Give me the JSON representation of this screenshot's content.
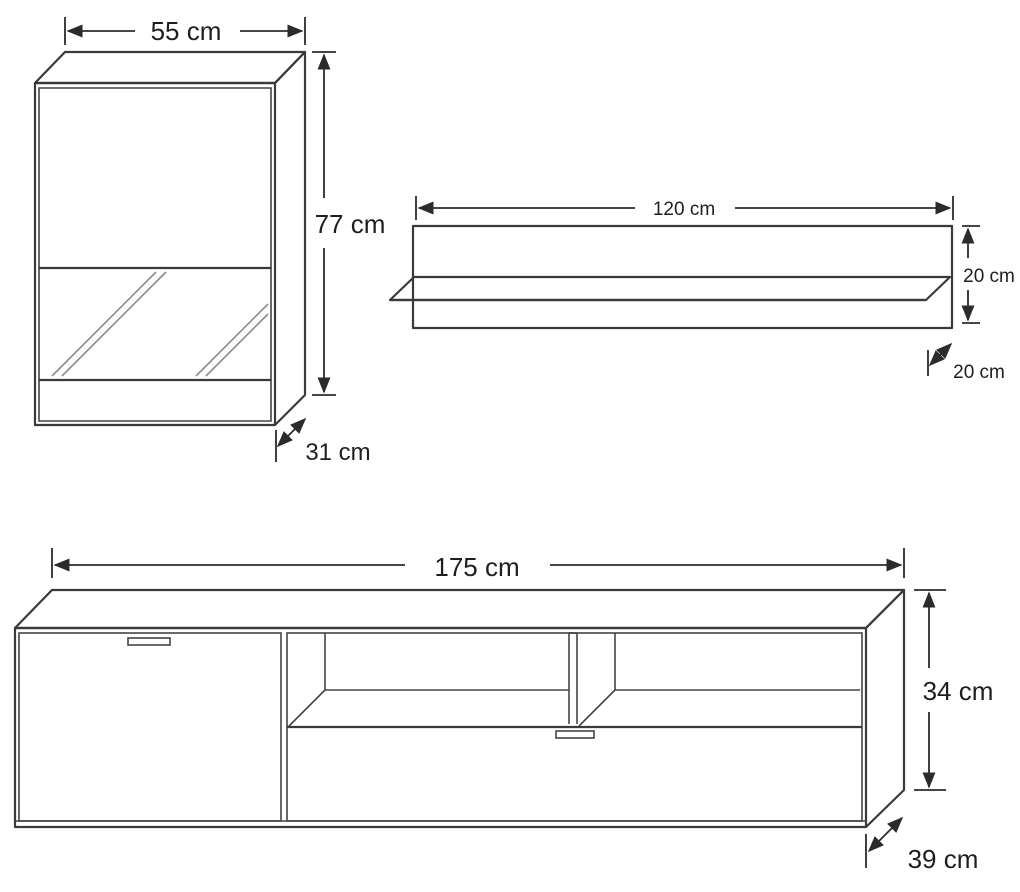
{
  "cabinet": {
    "width_label": "55 cm",
    "height_label": "77 cm",
    "depth_label": "31 cm"
  },
  "shelf": {
    "width_label": "120 cm",
    "height_label": "20 cm",
    "depth_label": "20 cm"
  },
  "tv_unit": {
    "width_label": "175 cm",
    "height_label": "34 cm",
    "depth_label": "39 cm"
  }
}
